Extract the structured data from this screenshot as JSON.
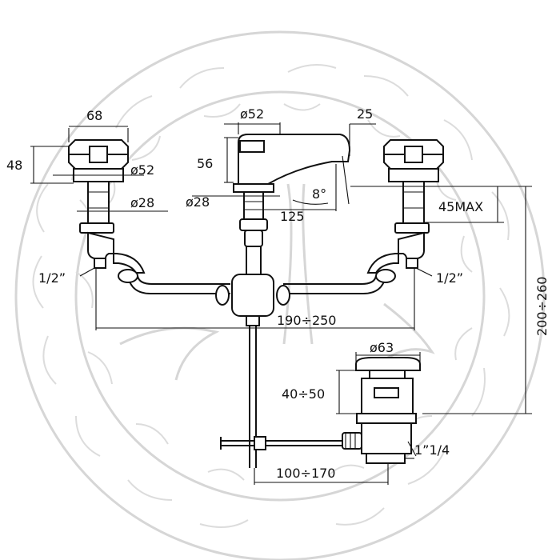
{
  "diagram": {
    "dimensions": {
      "left_handle_width": "68",
      "left_handle_height": "48",
      "left_flange_dia": "ø52",
      "left_stem_dia": "ø28",
      "spout_dia": "ø52",
      "spout_height": "56",
      "spout_base_dia": "ø28",
      "spout_reach": "125",
      "spout_angle": "8°",
      "spout_tip": "25",
      "deck_max": "45MAX",
      "left_thread": "1/2”",
      "right_thread": "1/2”",
      "valve_spacing": "190÷250",
      "total_height": "200÷260",
      "drain_dia": "ø63",
      "drain_height": "40÷50",
      "drain_thread": "1”1/4",
      "rod_distance": "100÷170"
    },
    "colors": {
      "line": "#111111",
      "watermark": "#d6d6d6",
      "background": "#ffffff"
    }
  }
}
